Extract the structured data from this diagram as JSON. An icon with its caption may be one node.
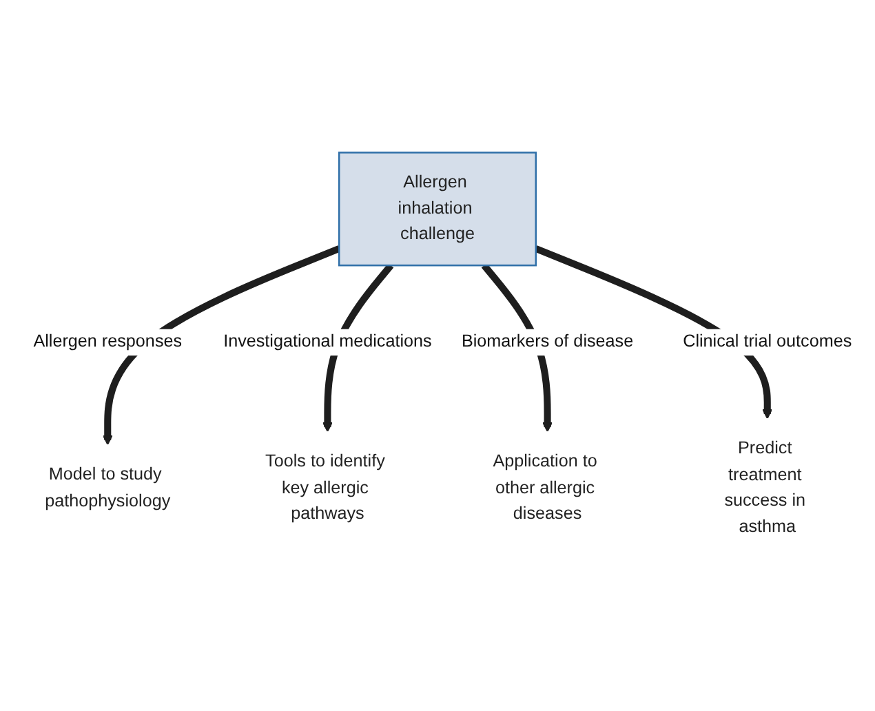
{
  "diagram": {
    "nodes": [
      {
        "text": [
          "Allergen inhalation challenge"
        ]
      },
      {
        "text": [
          "Model to study pathophysiology"
        ]
      },
      {
        "text": [
          "Tools to identify key allergic pathways"
        ]
      },
      {
        "text": [
          "Application to other allergic diseases"
        ]
      },
      {
        "text": [
          "Predict treatment success in asthma"
        ]
      }
    ],
    "edges": [
      {
        "from": 0,
        "to": 1,
        "arrow": "to",
        "label": "Allergen responses"
      },
      {
        "from": 0,
        "to": 2,
        "arrow": "to",
        "label": "Investigational medications"
      },
      {
        "from": 0,
        "to": 3,
        "arrow": "to",
        "label": "Biomarkers of disease"
      },
      {
        "from": 0,
        "to": 4,
        "arrow": "to",
        "label": "Clinical trial outcomes"
      }
    ]
  }
}
